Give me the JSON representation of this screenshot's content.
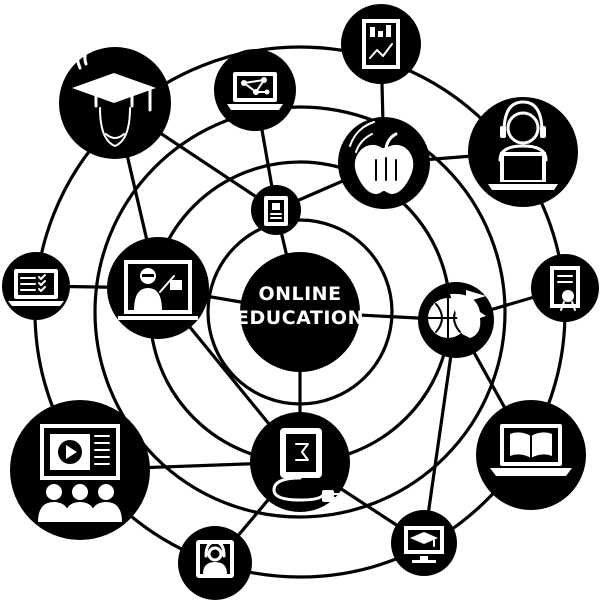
{
  "diagram": {
    "center": {
      "title_line1": "ONLINE",
      "title_line2": "EDUCATION"
    },
    "colors": {
      "ink": "#000000",
      "background": "#ffffff"
    },
    "nodes": [
      {
        "id": "center",
        "icon": "online-education-hub"
      },
      {
        "id": "graduate",
        "icon": "graduate-cap-icon"
      },
      {
        "id": "laptop-network",
        "icon": "laptop-network-icon"
      },
      {
        "id": "chart-report",
        "icon": "chart-report-icon"
      },
      {
        "id": "book-small",
        "icon": "book-icon"
      },
      {
        "id": "apple-wifi",
        "icon": "apple-wifi-icon"
      },
      {
        "id": "headset-laptop",
        "icon": "headset-laptop-icon"
      },
      {
        "id": "checklist",
        "icon": "checklist-icon"
      },
      {
        "id": "teacher",
        "icon": "teacher-board-icon"
      },
      {
        "id": "certificate",
        "icon": "certificate-icon"
      },
      {
        "id": "globe-head",
        "icon": "globe-head-icon"
      },
      {
        "id": "video-audience",
        "icon": "video-audience-icon"
      },
      {
        "id": "ebook",
        "icon": "ebook-plug-icon"
      },
      {
        "id": "laptop-book",
        "icon": "laptop-book-icon"
      },
      {
        "id": "headset-user",
        "icon": "headset-user-icon"
      },
      {
        "id": "monitor-cap",
        "icon": "monitor-cap-icon"
      }
    ]
  }
}
